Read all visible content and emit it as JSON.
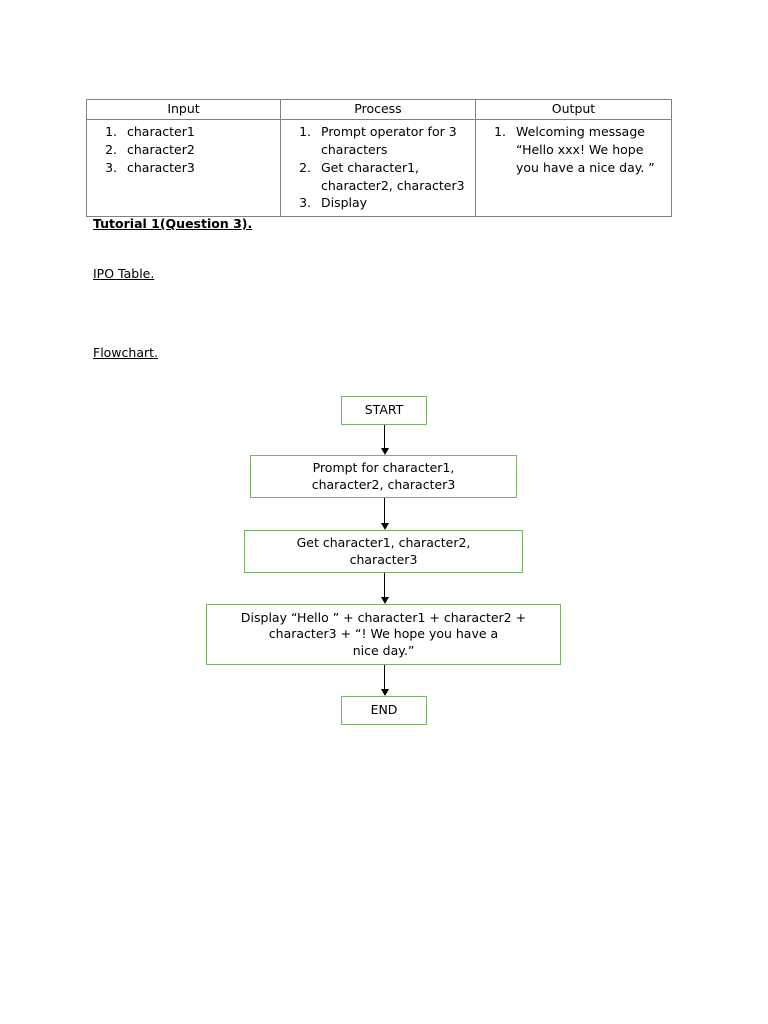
{
  "document": {
    "headings": {
      "tutorial": "Tutorial 1(Question 3).",
      "ipo_table": "IPO Table.",
      "flowchart": "Flowchart."
    }
  },
  "ipo_table": {
    "columns": [
      "Input",
      "Process",
      "Output"
    ],
    "input_items": [
      "character1",
      "character2",
      "character3"
    ],
    "process_items": [
      "Prompt operator for 3 characters",
      "Get character1, character2, character3",
      "Display"
    ],
    "output_items": [
      "Welcoming message “Hello xxx! We hope you have a nice day. ”"
    ]
  },
  "flowchart": {
    "border_color": "#7fb069",
    "text_color": "#000000",
    "nodes": [
      {
        "id": "start",
        "label": "START"
      },
      {
        "id": "prompt",
        "label": "Prompt for character1,\ncharacter2, character3"
      },
      {
        "id": "get",
        "label": "Get character1, character2,\ncharacter3"
      },
      {
        "id": "display",
        "label": "Display “Hello ” + character1 + character2 +\ncharacter3 +           “! We hope you have a\nnice day.”"
      },
      {
        "id": "end",
        "label": "END"
      }
    ]
  }
}
